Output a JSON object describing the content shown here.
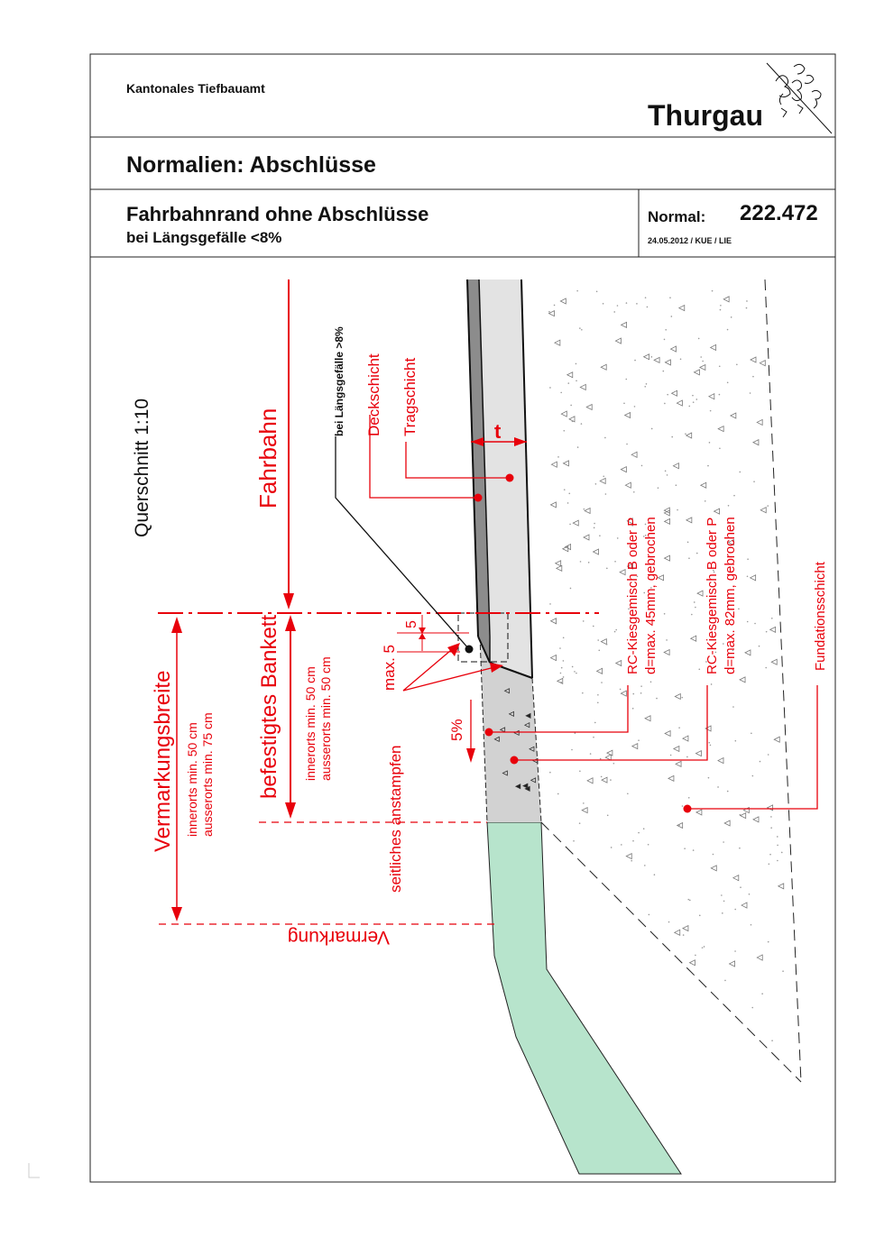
{
  "header": {
    "office": "Kantonales Tiefbauamt",
    "logo_text": "Thurgau",
    "series_title": "Normalien: Abschlüsse",
    "drawing_title": "Fahrbahnrand ohne Abschlüsse",
    "drawing_subtitle": "bei Längsgefälle <8%",
    "normal_label": "Normal:",
    "normal_number": "222.472",
    "date_author": "24.05.2012 / KUE / LIE"
  },
  "drawing": {
    "section_title": "Querschnitt  1:10",
    "labels": {
      "fahrbahn": "Fahrbahn",
      "bankett": "befestigtes Bankett",
      "bankett_note_1": "innerorts    min. 50 cm",
      "bankett_note_2": "ausserorts min. 50 cm",
      "vermarkungsbreite": "Vermarkungsbreite",
      "vermarkung_note_1": "innerorts    min. 50 cm",
      "vermarkung_note_2": "ausserorts min. 75 cm",
      "vermarkung": "Vermarkung",
      "laengsgefaelle": "bei Längsgefälle >8%",
      "deckschicht": "Deckschicht",
      "tragschicht": "Tragschicht",
      "t": "t",
      "dim_5": "5",
      "max_5": "max. 5",
      "slope": "5%",
      "anstampfen": "seitliches anstampfen",
      "rc45_line1": "RC-Kiesgemisch B oder P",
      "rc45_line2": "d=max. 45mm, gebrochen",
      "rc82_line1": "RC-Kiesgemisch B oder P",
      "rc82_line2": "d=max. 82mm, gebrochen",
      "fundation": "Fundationsschicht"
    }
  },
  "colors": {
    "red": "#e8000b",
    "green": "#b7e4cc",
    "asphalt_dark": "#8c8c8c",
    "asphalt_light": "#e3e3e3",
    "bankett_grey": "#d2d2d2"
  },
  "icons": {
    "crest": "thurgau-lions-crest-icon"
  }
}
